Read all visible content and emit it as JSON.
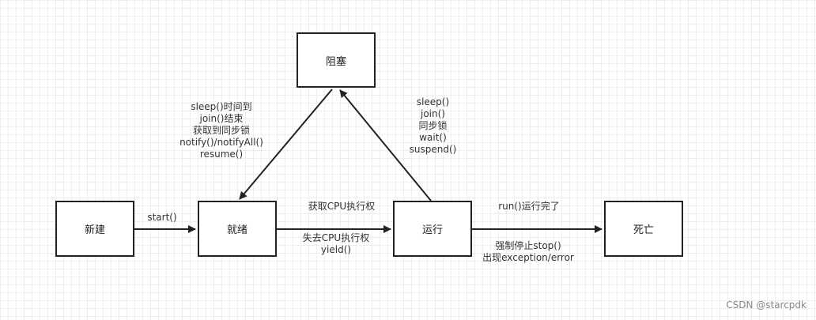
{
  "nodes": {
    "blocked": "阻塞",
    "new": "新建",
    "ready": "就绪",
    "running": "运行",
    "dead": "死亡"
  },
  "edges": {
    "new_to_ready": [
      "start()"
    ],
    "blocked_to_ready": [
      "sleep()时间到",
      "join()结束",
      "获取到同步锁",
      "notify()/notifyAll()",
      "resume()"
    ],
    "running_to_blocked": [
      "sleep()",
      "join()",
      "同步锁",
      "wait()",
      "suspend()"
    ],
    "ready_to_running": [
      "获取CPU执行权"
    ],
    "running_to_ready": [
      "失去CPU执行权",
      "yield()"
    ],
    "running_to_dead_normal": [
      "run()运行完了"
    ],
    "running_to_dead_abnormal": [
      "强制停止stop()",
      "出现exception/error"
    ]
  },
  "watermark": "CSDN @starcpdk",
  "colors": {
    "stroke": "#222222",
    "text": "#333333",
    "grid": "#eeeeee",
    "watermark": "#888888"
  }
}
